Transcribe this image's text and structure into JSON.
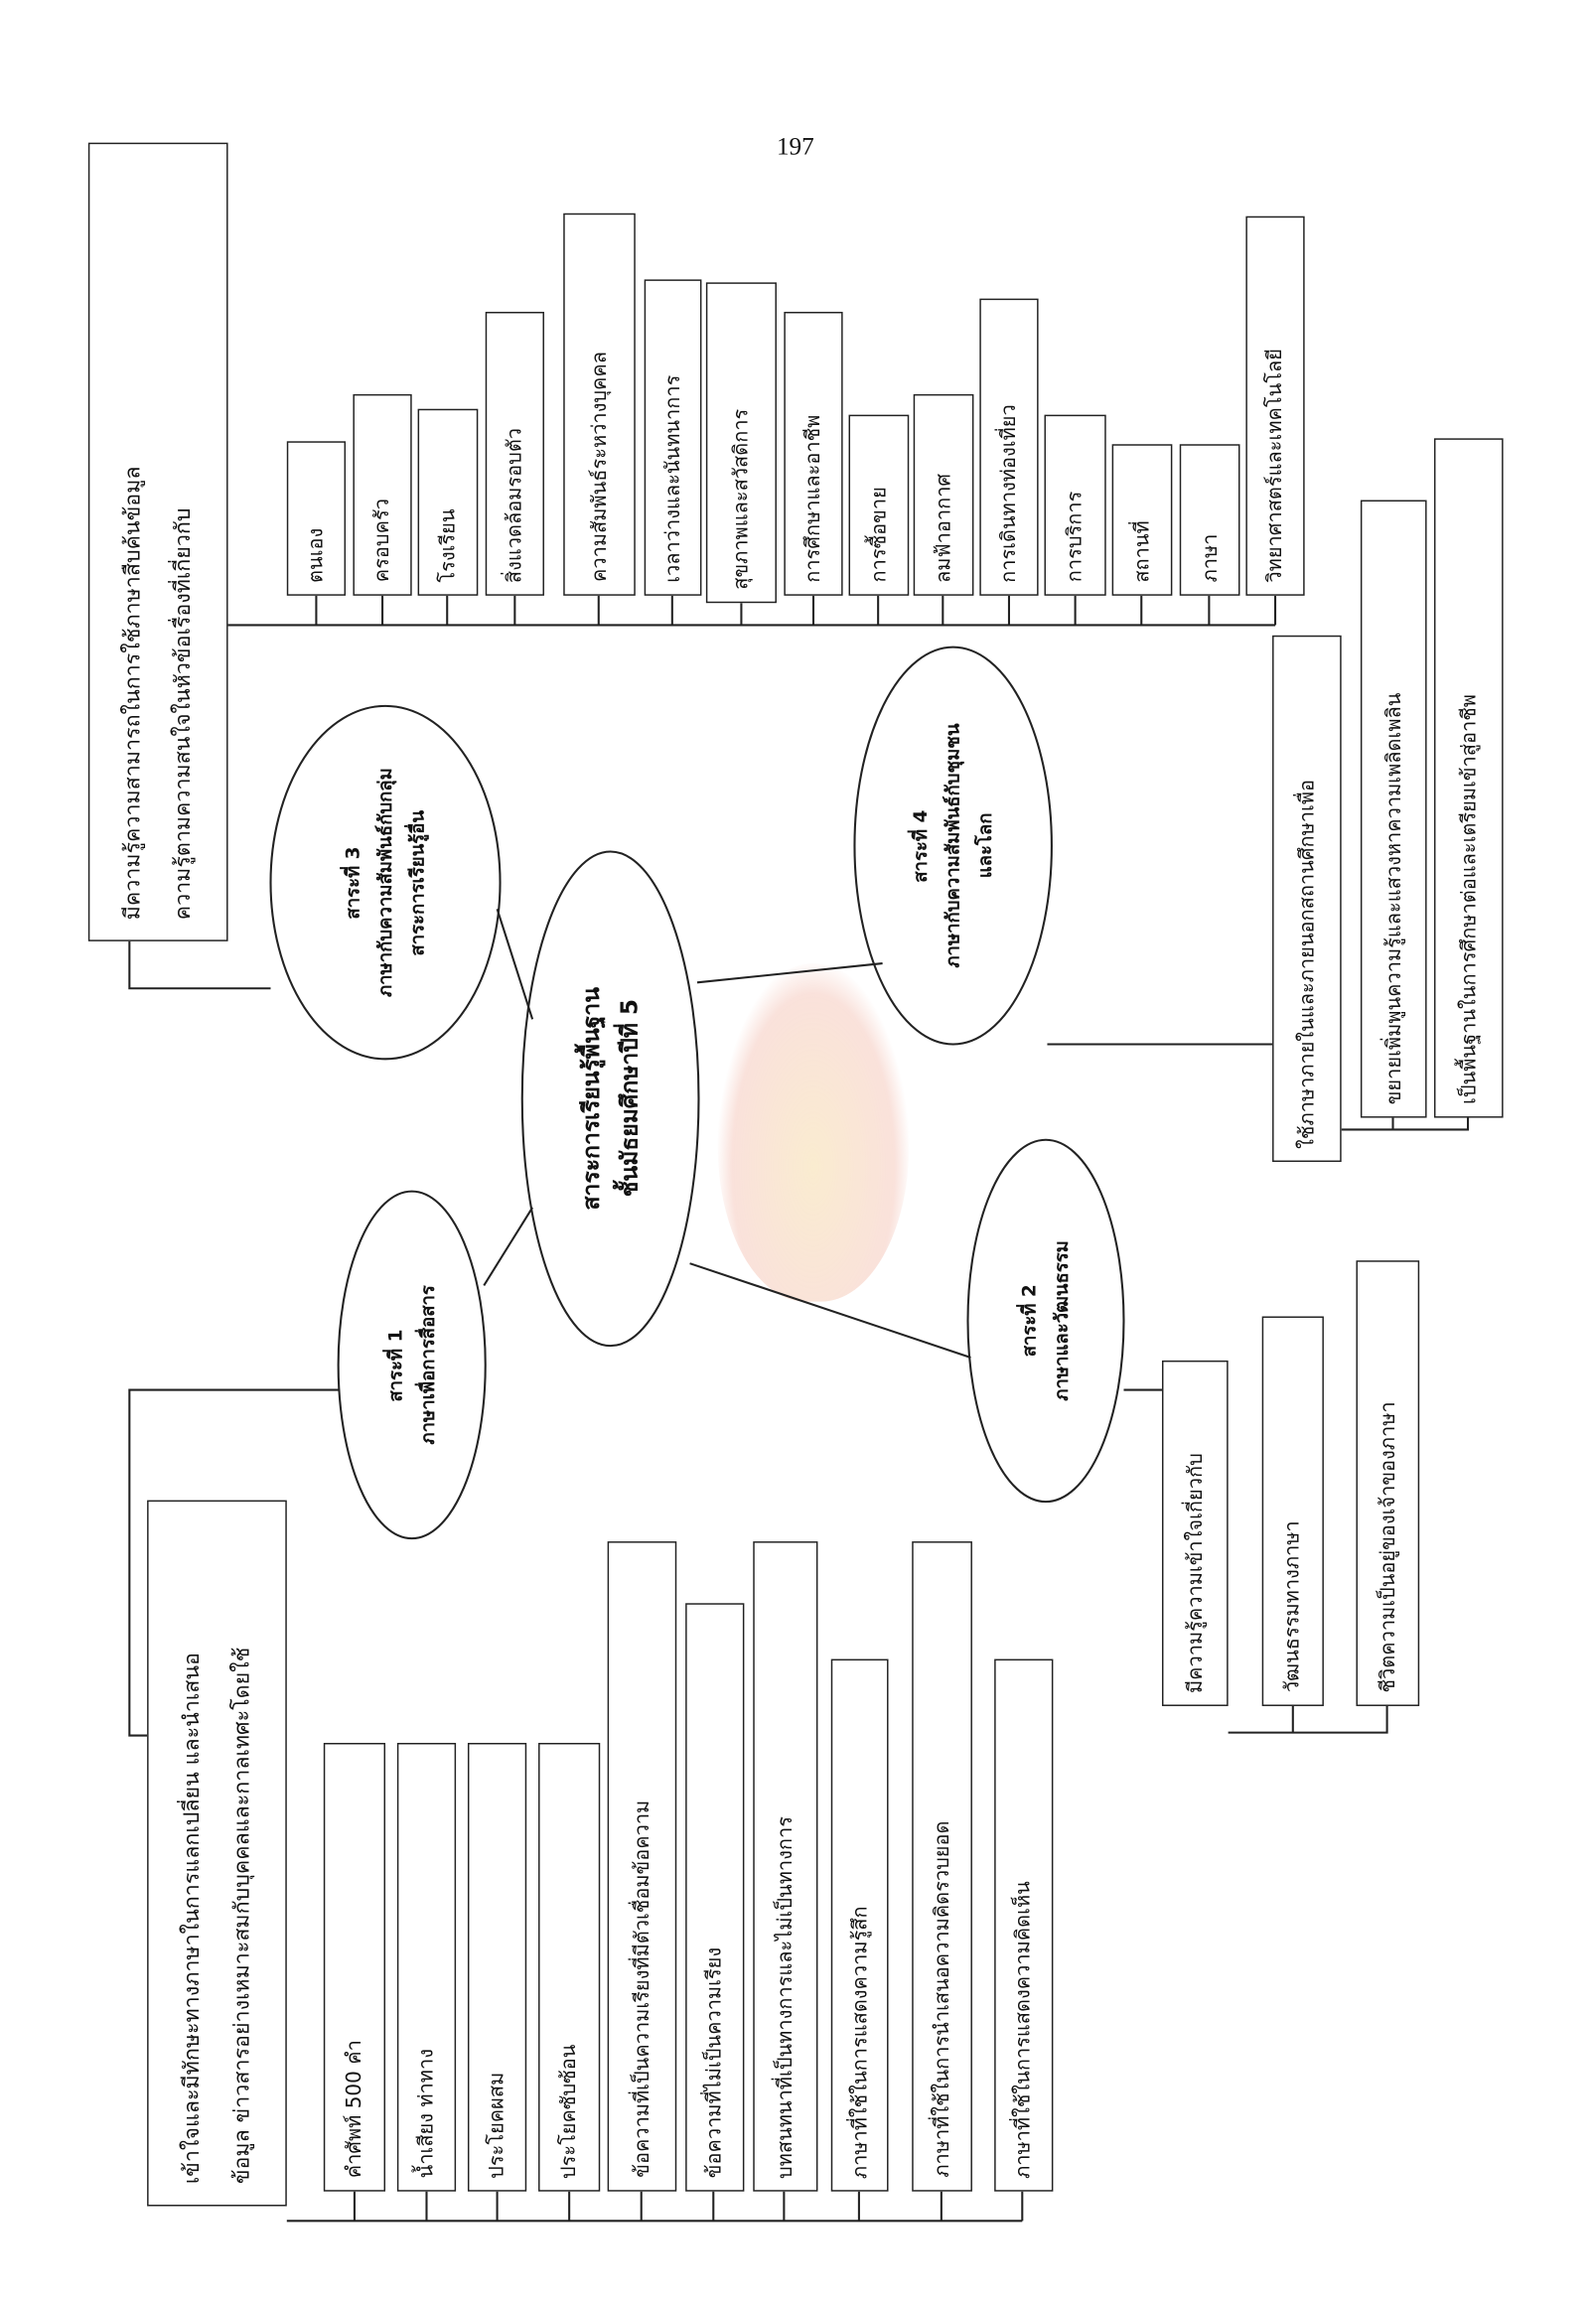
{
  "page_number": "197",
  "center": {
    "lines": [
      "สาระการเรียนรู้พื้นฐาน",
      "ชั้นมัธยมศึกษาปีที่ 5"
    ]
  },
  "strand1": {
    "title": "สาระที่ 1",
    "subtitle": "ภาษาเพื่อการสื่อสาร",
    "description": [
      "เข้าใจและมีทักษะทางภาษาในการแลกเปลี่ยน  และนำเสนอ",
      "ข้อมูล ข่าวสารอย่างเหมาะสมกับบุคคลและกาลเทศะโดยใช้"
    ],
    "items": [
      "คำศัพท์ 500 คำ",
      "น้ำเสียง ท่าทาง",
      "ประโยคผสม",
      "ประโยคซับซ้อน",
      "ข้อความที่เป็นความเรียงที่มีตัวเชื่อมข้อความ",
      "ข้อความที่ไม่เป็นความเรียง",
      "บทสนทนาที่เป็นทางการและไม่เป็นทางการ",
      "ภาษาที่ใช้ในการแสดงความรู้สึก",
      "ภาษาที่ใช้ในการนำเสนอความคิดรวบยอด",
      "ภาษาที่ใช้ในการแสดงความคิดเห็น"
    ]
  },
  "strand2": {
    "title": "สาระที่ 2",
    "subtitle": "ภาษาและวัฒนธรรม",
    "items": [
      "มีความรู้ความเข้าใจเกี่ยวกับ",
      "วัฒนธรรมทางภาษา",
      "ชีวิตความเป็นอยู่ของเจ้าของภาษา"
    ]
  },
  "strand3": {
    "title": "สาระที่ 3",
    "subtitle": [
      "ภาษากับความสัมพันธ์กับกลุ่ม",
      "สาระการเรียนรู้อื่น"
    ],
    "description": [
      "มีความรู้ความสามารถในการใช้ภาษาสืบค้นข้อมูล",
      "ความรู้ตามความสนใจในหัวข้อเรื่องที่เกี่ยวกับ"
    ],
    "items": [
      "ตนเอง",
      "ครอบครัว",
      "โรงเรียน",
      "สิ่งแวดล้อมรอบตัว",
      "ความสัมพันธ์ระหว่างบุคคล",
      "เวลาว่างและนันทนาการ",
      "สุขภาพและสวัสดิการ",
      "การศึกษาและอาชีพ",
      "การซื้อขาย",
      "ลมฟ้าอากาศ",
      "การเดินทางท่องเที่ยว",
      "การบริการ",
      "สถานที่",
      "ภาษา",
      "วิทยาศาสตร์และเทคโนโลยี"
    ]
  },
  "strand4": {
    "title": "สาระที่ 4",
    "subtitle": [
      "ภาษากับความสัมพันธ์กับชุมชน",
      "และโลก"
    ],
    "items": [
      "ใช้ภาษาภายในและภายนอกสถานศึกษาเพื่อ",
      "ขยายเพิ่มพูนความรู้และแสวงหาความเพลิดเพลิน",
      "เป็นพื้นฐานในการศึกษาต่อและเตรียมเข้าสู่อาชีพ"
    ]
  }
}
